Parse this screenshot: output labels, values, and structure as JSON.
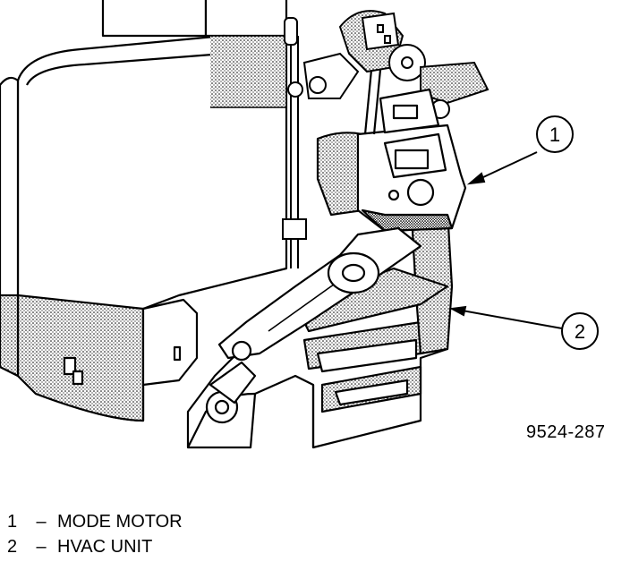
{
  "callouts": [
    {
      "number": "1"
    },
    {
      "number": "2"
    }
  ],
  "figure_code": "9524-287",
  "legend": [
    {
      "number": "1",
      "dash": "–",
      "label": "MODE MOTOR"
    },
    {
      "number": "2",
      "dash": "–",
      "label": "HVAC UNIT"
    }
  ],
  "colors": {
    "ink": "#000000",
    "paper": "#ffffff",
    "shade": "#b8b8b8"
  }
}
